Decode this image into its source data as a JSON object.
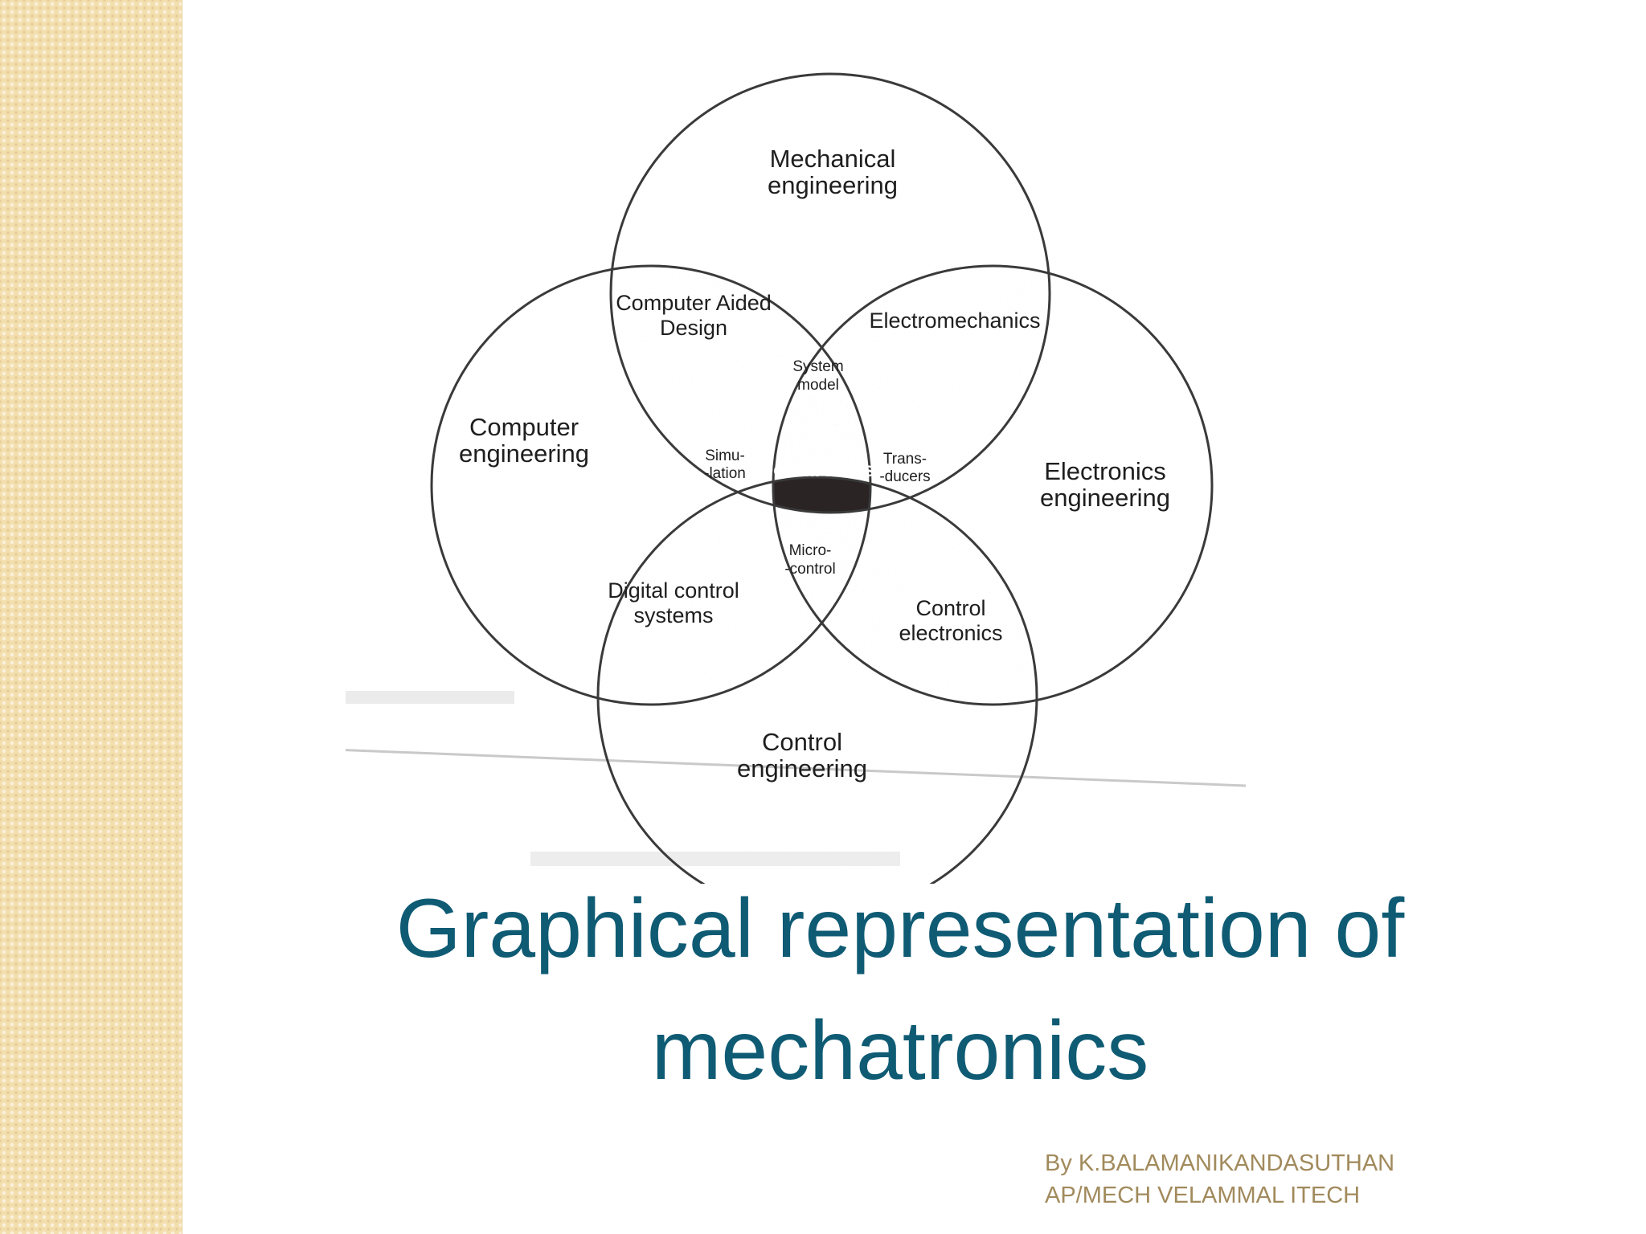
{
  "diagram": {
    "outer_regions": {
      "mechanical": [
        "Mechanical",
        "engineering"
      ],
      "computer": [
        "Computer",
        "engineering"
      ],
      "electronics": [
        "Electronics",
        "engineering"
      ],
      "control": [
        "Control",
        "engineering"
      ]
    },
    "pair_overlaps": {
      "cad": [
        "Computer Aided",
        "Design"
      ],
      "electromechanics": [
        "Electromechanics"
      ],
      "digital_control": [
        "Digital control",
        "systems"
      ],
      "control_electronics": [
        "Control",
        "electronics"
      ]
    },
    "triple_overlaps": {
      "system_model": [
        "System",
        "model"
      ],
      "simulation": [
        "Simu-",
        "-lation"
      ],
      "transducers": [
        "Trans-",
        "-ducers"
      ],
      "microcontrol": [
        "Micro-",
        "-control"
      ]
    },
    "center": "Mechatronics",
    "colors": {
      "stroke": "#3a3a3a",
      "center_fill": "#2a2424",
      "center_text": "#ffffff"
    }
  },
  "slide": {
    "title_line1": "Graphical representation of",
    "title_line2": "mechatronics",
    "author_line1": "By K.BALAMANIKANDASUTHAN",
    "author_line2": "AP/MECH VELAMMAL ITECH",
    "colors": {
      "title": "#0f5b74",
      "author": "#a18a5c",
      "side_band": "#f3deae"
    }
  }
}
